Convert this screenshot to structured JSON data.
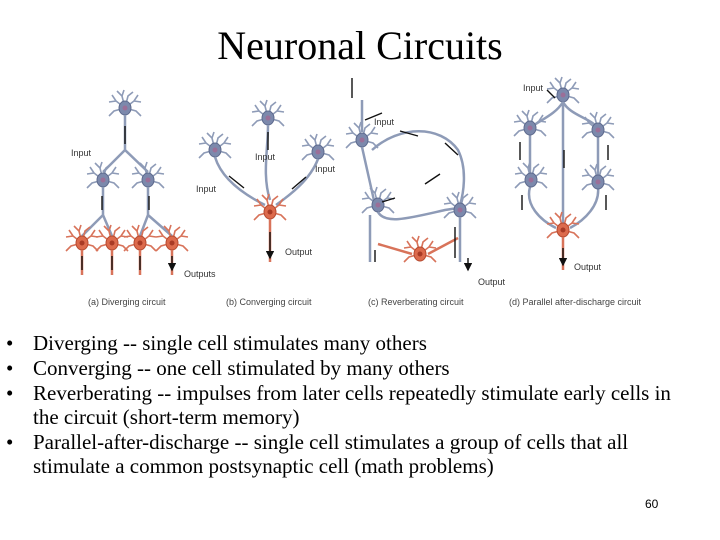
{
  "title": "Neuronal Circuits",
  "figure": {
    "labels": {
      "diverging_input": "Input",
      "diverging_outputs": "Outputs",
      "converging_input_1": "Input",
      "converging_input_2": "Input",
      "converging_input_3": "Input",
      "converging_output": "Output",
      "reverberating_input": "Input",
      "reverberating_output": "Output",
      "parallel_input": "Input",
      "parallel_output": "Output"
    },
    "captions": [
      "(a) Diverging circuit",
      "(b) Converging circuit",
      "(c) Reverberating circuit",
      "(d) Parallel after-discharge circuit"
    ],
    "colors": {
      "input_neuron": "#7c89ac",
      "output_neuron": "#dc6a4c"
    }
  },
  "bullets": [
    "Diverging -- single cell stimulates many others",
    "Converging -- one cell stimulated by many others",
    "Reverberating -- impulses from later cells repeatedly stimulate early cells in the circuit (short-term memory)",
    "Parallel-after-discharge -- single cell stimulates a group of cells that all stimulate a common postsynaptic cell (math problems)"
  ],
  "bullet_marker": "•",
  "page_number": "60"
}
